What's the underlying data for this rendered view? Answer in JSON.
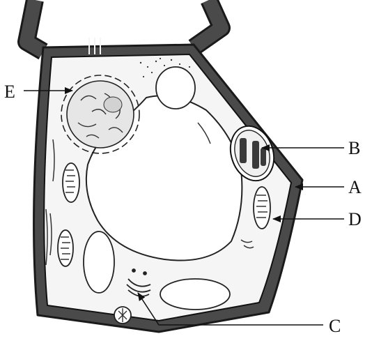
{
  "labels": {
    "A": "A",
    "B": "B",
    "C": "C",
    "D": "D",
    "E": "E"
  },
  "colors": {
    "wall": "#4a4a4a",
    "wall_edge": "#1a1a1a",
    "cytoplasm": "#f5f5f5",
    "organelle_fill": "#e6e6e6",
    "nucleolus": "#d2d2d2",
    "line": "#222222",
    "background": "#ffffff"
  },
  "icons": {
    "arrow": "arrow-head-icon"
  }
}
